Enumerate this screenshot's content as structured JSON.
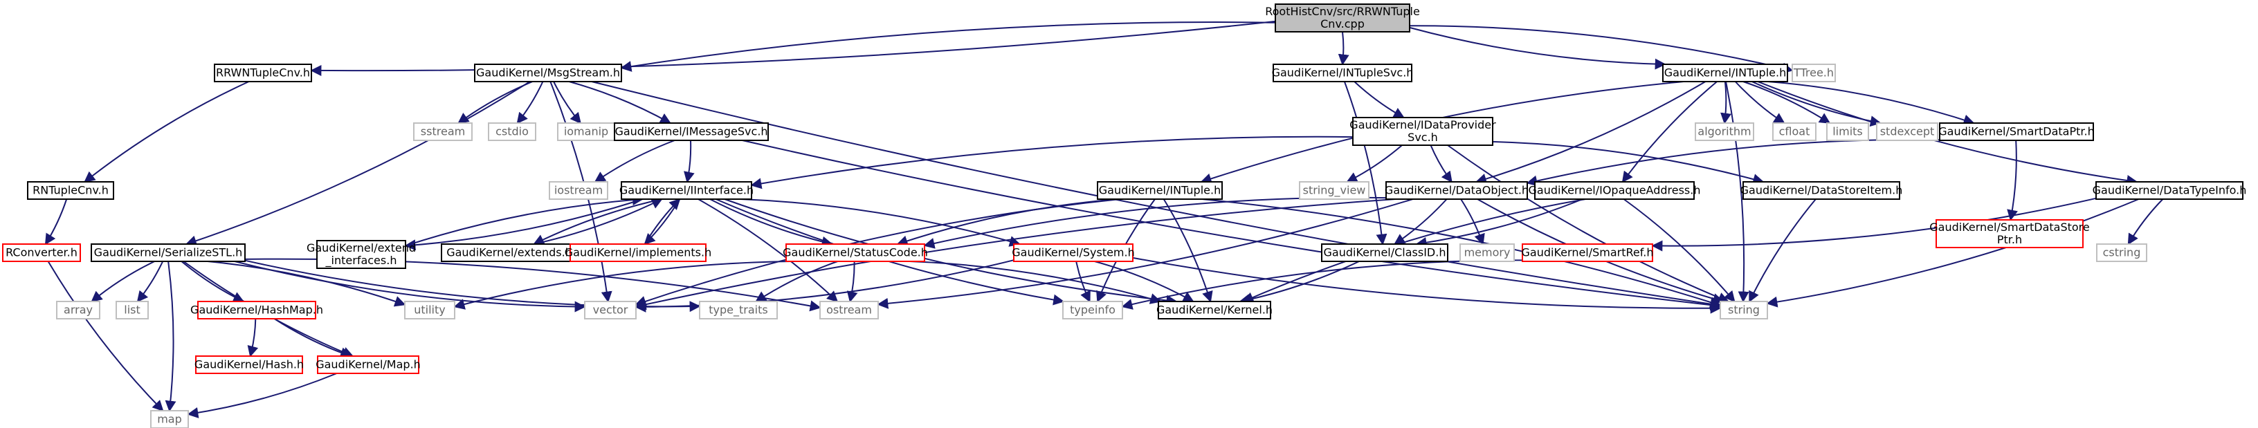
{
  "colors": {
    "edge": "#191970",
    "root_fill": "#bfbfbf",
    "node_border": "#000000",
    "missing_border": "#ff0000",
    "system_border": "#bfbfbf",
    "text": "#000000",
    "system_text": "#666666"
  },
  "nodes": {
    "root": {
      "lines": [
        "RootHistCnv/src/RRWNTuple",
        "Cnv.cpp"
      ],
      "kind": "root"
    },
    "rrwntuplecnv": {
      "lines": [
        "RRWNTupleCnv.h"
      ],
      "kind": "normal"
    },
    "msgstream": {
      "lines": [
        "GaudiKernel/MsgStream.h"
      ],
      "kind": "normal"
    },
    "intuplesvc": {
      "lines": [
        "GaudiKernel/INTupleSvc.h"
      ],
      "kind": "normal"
    },
    "intuple_upper": {
      "lines": [
        "GaudiKernel/INTuple.h"
      ],
      "kind": "normal"
    },
    "ttree": {
      "lines": [
        "TTree.h"
      ],
      "kind": "system"
    },
    "rntuplecnv": {
      "lines": [
        "RNTupleCnv.h"
      ],
      "kind": "normal"
    },
    "rconverter": {
      "lines": [
        "RConverter.h"
      ],
      "kind": "missing"
    },
    "serializestl": {
      "lines": [
        "GaudiKernel/SerializeSTL.h"
      ],
      "kind": "normal"
    },
    "sstream": {
      "lines": [
        "sstream"
      ],
      "kind": "system"
    },
    "cstdio": {
      "lines": [
        "cstdio"
      ],
      "kind": "system"
    },
    "iomanip": {
      "lines": [
        "iomanip"
      ],
      "kind": "system"
    },
    "imessagesvc": {
      "lines": [
        "GaudiKernel/IMessageSvc.h"
      ],
      "kind": "normal"
    },
    "iostream": {
      "lines": [
        "iostream"
      ],
      "kind": "system"
    },
    "iinterface": {
      "lines": [
        "GaudiKernel/IInterface.h"
      ],
      "kind": "normal"
    },
    "extend_interfaces": {
      "lines": [
        "GaudiKernel/extend",
        "_interfaces.h"
      ],
      "kind": "normal"
    },
    "extends": {
      "lines": [
        "GaudiKernel/extends.h"
      ],
      "kind": "normal"
    },
    "implements": {
      "lines": [
        "GaudiKernel/implements.h"
      ],
      "kind": "missing"
    },
    "idataprovidersvc": {
      "lines": [
        "GaudiKernel/IDataProvider",
        "Svc.h"
      ],
      "kind": "normal"
    },
    "string_view": {
      "lines": [
        "string_view"
      ],
      "kind": "system"
    },
    "dataobject": {
      "lines": [
        "GaudiKernel/DataObject.h"
      ],
      "kind": "normal"
    },
    "intuple_lower": {
      "lines": [
        "GaudiKernel/INTuple.h"
      ],
      "kind": "normal"
    },
    "iopaqueaddress": {
      "lines": [
        "GaudiKernel/IOpaqueAddress.h"
      ],
      "kind": "normal"
    },
    "datastoreitem": {
      "lines": [
        "GaudiKernel/DataStoreItem.h"
      ],
      "kind": "normal"
    },
    "algorithm": {
      "lines": [
        "algorithm"
      ],
      "kind": "system"
    },
    "cfloat": {
      "lines": [
        "cfloat"
      ],
      "kind": "system"
    },
    "limits": {
      "lines": [
        "limits"
      ],
      "kind": "system"
    },
    "stdexcept": {
      "lines": [
        "stdexcept"
      ],
      "kind": "system"
    },
    "smartdataptr": {
      "lines": [
        "GaudiKernel/SmartDataPtr.h"
      ],
      "kind": "normal"
    },
    "smartdatastoreptr": {
      "lines": [
        "GaudiKernel/SmartDataStore",
        "Ptr.h"
      ],
      "kind": "missing"
    },
    "datatypeinfo": {
      "lines": [
        "GaudiKernel/DataTypeInfo.h"
      ],
      "kind": "normal"
    },
    "cstring": {
      "lines": [
        "cstring"
      ],
      "kind": "system"
    },
    "statuscode": {
      "lines": [
        "GaudiKernel/StatusCode.h"
      ],
      "kind": "missing"
    },
    "system": {
      "lines": [
        "GaudiKernel/System.h"
      ],
      "kind": "missing"
    },
    "classid": {
      "lines": [
        "GaudiKernel/ClassID.h"
      ],
      "kind": "normal"
    },
    "memory": {
      "lines": [
        "memory"
      ],
      "kind": "system"
    },
    "smartref": {
      "lines": [
        "GaudiKernel/SmartRef.h"
      ],
      "kind": "missing"
    },
    "array": {
      "lines": [
        "array"
      ],
      "kind": "system"
    },
    "list": {
      "lines": [
        "list"
      ],
      "kind": "system"
    },
    "hashmap": {
      "lines": [
        "GaudiKernel/HashMap.h"
      ],
      "kind": "missing"
    },
    "utility": {
      "lines": [
        "utility"
      ],
      "kind": "system"
    },
    "vector": {
      "lines": [
        "vector"
      ],
      "kind": "system"
    },
    "type_traits": {
      "lines": [
        "type_traits"
      ],
      "kind": "system"
    },
    "ostream": {
      "lines": [
        "ostream"
      ],
      "kind": "system"
    },
    "typeinfo": {
      "lines": [
        "typeinfo"
      ],
      "kind": "system"
    },
    "kernel": {
      "lines": [
        "GaudiKernel/Kernel.h"
      ],
      "kind": "normal"
    },
    "string": {
      "lines": [
        "string"
      ],
      "kind": "system"
    },
    "hash": {
      "lines": [
        "GaudiKernel/Hash.h"
      ],
      "kind": "missing"
    },
    "map_h": {
      "lines": [
        "GaudiKernel/Map.h"
      ],
      "kind": "missing"
    },
    "map": {
      "lines": [
        "map"
      ],
      "kind": "system"
    }
  },
  "edges": [
    [
      "root",
      "rrwntuplecnv"
    ],
    [
      "root",
      "msgstream"
    ],
    [
      "root",
      "intuplesvc"
    ],
    [
      "root",
      "intuple_upper"
    ],
    [
      "root",
      "ttree"
    ],
    [
      "rrwntuplecnv",
      "rntuplecnv"
    ],
    [
      "rntuplecnv",
      "rconverter"
    ],
    [
      "rconverter",
      "map"
    ],
    [
      "msgstream",
      "serializestl"
    ],
    [
      "msgstream",
      "sstream"
    ],
    [
      "msgstream",
      "cstdio"
    ],
    [
      "msgstream",
      "iomanip"
    ],
    [
      "msgstream",
      "imessagesvc"
    ],
    [
      "msgstream",
      "string"
    ],
    [
      "msgstream",
      "vector"
    ],
    [
      "serializestl",
      "array"
    ],
    [
      "serializestl",
      "list"
    ],
    [
      "serializestl",
      "hashmap"
    ],
    [
      "serializestl",
      "map"
    ],
    [
      "serializestl",
      "map_h"
    ],
    [
      "serializestl",
      "ostream"
    ],
    [
      "serializestl",
      "type_traits"
    ],
    [
      "serializestl",
      "utility"
    ],
    [
      "serializestl",
      "vector"
    ],
    [
      "hashmap",
      "hash"
    ],
    [
      "hashmap",
      "map_h"
    ],
    [
      "map_h",
      "map"
    ],
    [
      "imessagesvc",
      "iostream"
    ],
    [
      "imessagesvc",
      "iinterface"
    ],
    [
      "imessagesvc",
      "string"
    ],
    [
      "iinterface",
      "extend_interfaces"
    ],
    [
      "iinterface",
      "extends"
    ],
    [
      "iinterface",
      "implements"
    ],
    [
      "iinterface",
      "statuscode"
    ],
    [
      "iinterface",
      "system"
    ],
    [
      "iinterface",
      "kernel"
    ],
    [
      "iinterface",
      "ostream"
    ],
    [
      "iinterface",
      "typeinfo"
    ],
    [
      "extend_interfaces",
      "iinterface"
    ],
    [
      "extends",
      "iinterface"
    ],
    [
      "implements",
      "iinterface"
    ],
    [
      "statuscode",
      "utility"
    ],
    [
      "statuscode",
      "ostream"
    ],
    [
      "statuscode",
      "type_traits"
    ],
    [
      "statuscode",
      "kernel"
    ],
    [
      "system",
      "typeinfo"
    ],
    [
      "system",
      "kernel"
    ],
    [
      "system",
      "string"
    ],
    [
      "system",
      "vector"
    ],
    [
      "intuplesvc",
      "idataprovidersvc"
    ],
    [
      "intuplesvc",
      "classid"
    ],
    [
      "idataprovidersvc",
      "iinterface"
    ],
    [
      "idataprovidersvc",
      "string_view"
    ],
    [
      "idataprovidersvc",
      "dataobject"
    ],
    [
      "idataprovidersvc",
      "datastoreitem"
    ],
    [
      "idataprovidersvc",
      "string"
    ],
    [
      "dataobject",
      "classid"
    ],
    [
      "dataobject",
      "statuscode"
    ],
    [
      "dataobject",
      "memory"
    ],
    [
      "dataobject",
      "string"
    ],
    [
      "dataobject",
      "ostream"
    ],
    [
      "dataobject",
      "vector"
    ],
    [
      "classid",
      "kernel"
    ],
    [
      "intuple_upper",
      "intuple_lower"
    ],
    [
      "intuple_upper",
      "dataobject"
    ],
    [
      "intuple_upper",
      "iopaqueaddress"
    ],
    [
      "intuple_upper",
      "algorithm"
    ],
    [
      "intuple_upper",
      "cfloat"
    ],
    [
      "intuple_upper",
      "limits"
    ],
    [
      "intuple_upper",
      "stdexcept"
    ],
    [
      "intuple_upper",
      "smartdataptr"
    ],
    [
      "intuple_upper",
      "datatypeinfo"
    ],
    [
      "intuple_upper",
      "string"
    ],
    [
      "intuple_lower",
      "statuscode"
    ],
    [
      "intuple_lower",
      "kernel"
    ],
    [
      "intuple_lower",
      "typeinfo"
    ],
    [
      "intuple_lower",
      "string"
    ],
    [
      "intuple_lower",
      "vector"
    ],
    [
      "iopaqueaddress",
      "classid"
    ],
    [
      "iopaqueaddress",
      "kernel"
    ],
    [
      "iopaqueaddress",
      "string"
    ],
    [
      "smartdataptr",
      "dataobject"
    ],
    [
      "smartdataptr",
      "smartdatastoreptr"
    ],
    [
      "datastoreitem",
      "string"
    ],
    [
      "datatypeinfo",
      "smartref"
    ],
    [
      "datatypeinfo",
      "cstring"
    ],
    [
      "datatypeinfo",
      "string"
    ],
    [
      "smartref",
      "typeinfo"
    ]
  ]
}
